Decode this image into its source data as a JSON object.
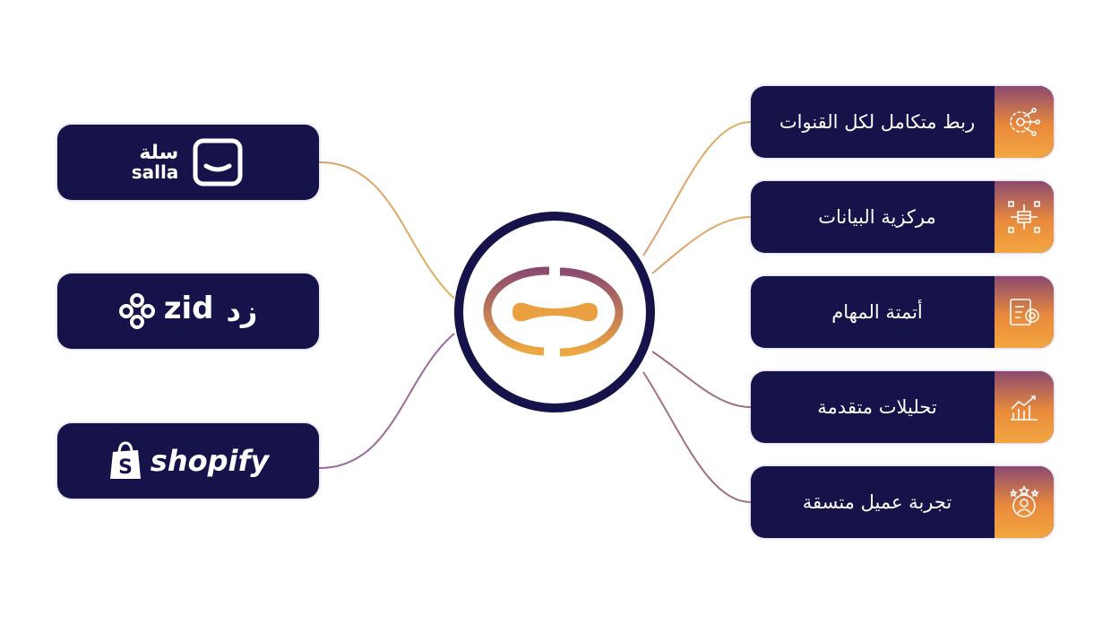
{
  "platforms": [
    {
      "name": "salla",
      "ar": "سلة",
      "en": "salla"
    },
    {
      "name": "zid",
      "ar": "زد",
      "en": "zid"
    },
    {
      "name": "shopify",
      "en": "shopify"
    }
  ],
  "features": [
    {
      "label": "ربط متكامل لكل القنوات",
      "icon": "gear-circuit-icon"
    },
    {
      "label": "مركزية البيانات",
      "icon": "data-hub-icon"
    },
    {
      "label": "أتمتة المهام",
      "icon": "task-automation-icon"
    },
    {
      "label": "تحليلات متقدمة",
      "icon": "analytics-chart-icon"
    },
    {
      "label": "تجربة عميل متسقة",
      "icon": "customer-stars-icon"
    }
  ],
  "colors": {
    "navy": "#16124a",
    "purple": "#8c4a70",
    "orange": "#f2a640"
  }
}
